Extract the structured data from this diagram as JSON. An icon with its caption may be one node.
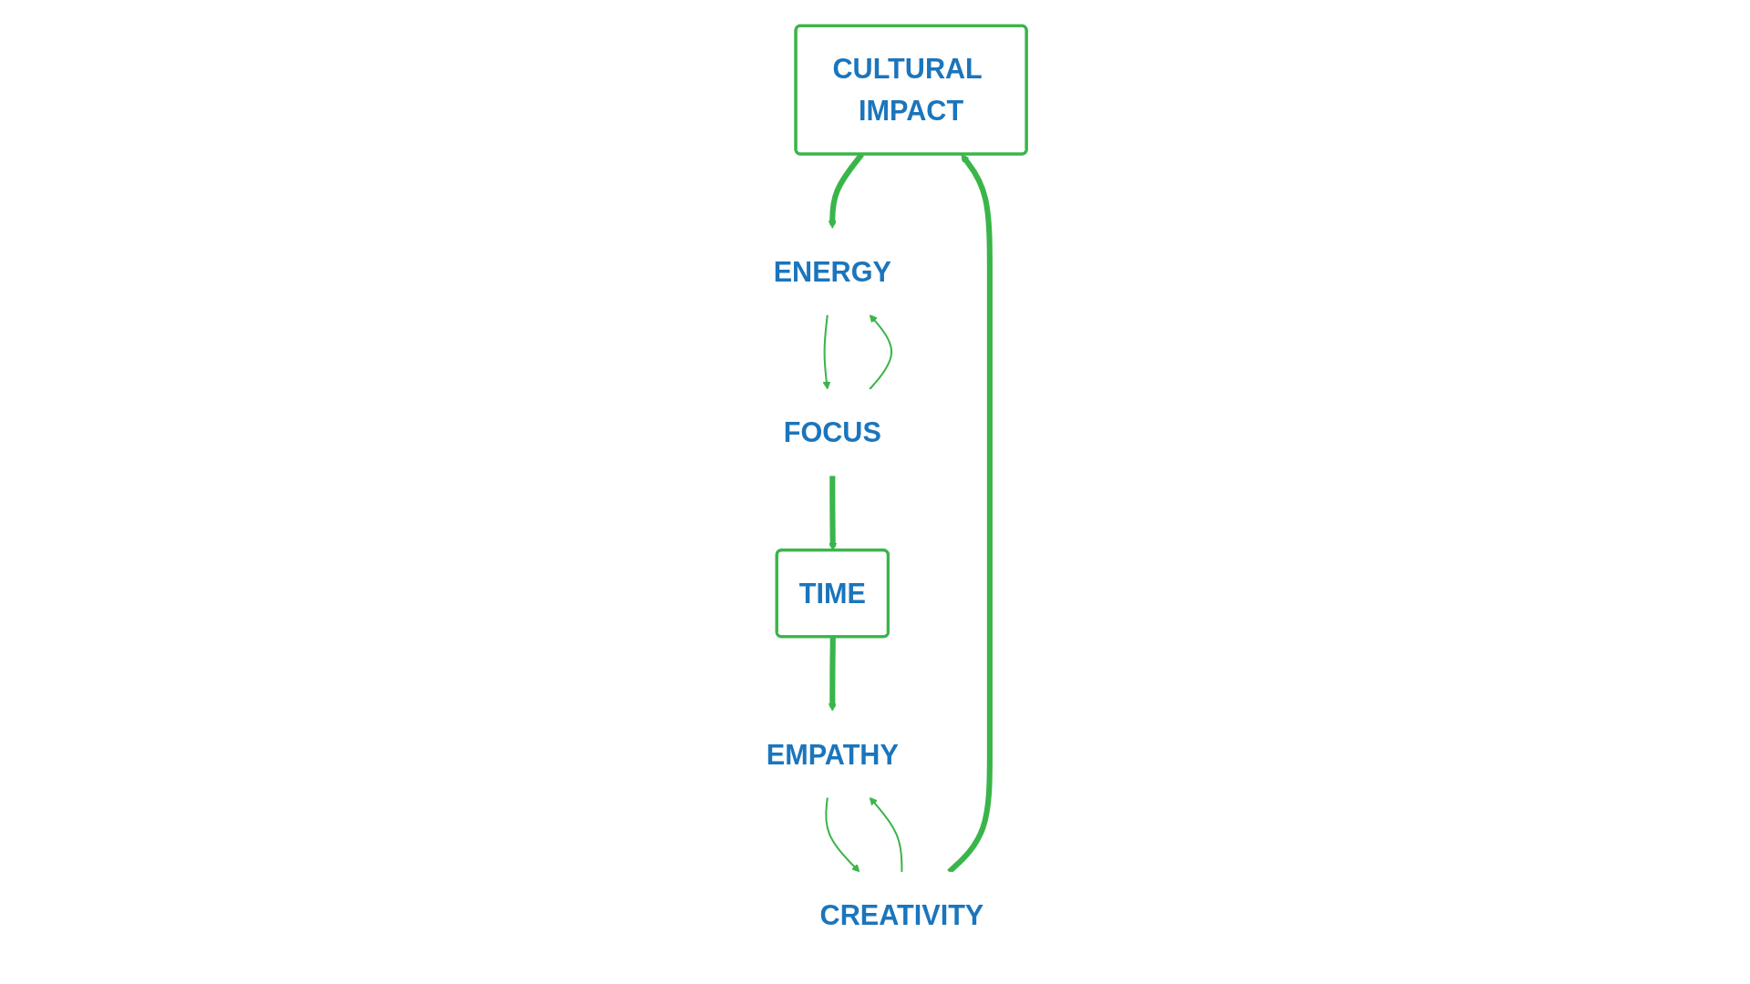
{
  "diagram": {
    "nodes": [
      {
        "text": [
          "CULTURAL IMPACT"
        ]
      },
      {
        "text": [
          "ENERGY"
        ]
      },
      {
        "text": [
          "FOCUS"
        ]
      },
      {
        "text": [
          "TIME"
        ]
      },
      {
        "text": [
          "EMPATHY"
        ]
      },
      {
        "text": [
          "CREATIVITY"
        ]
      }
    ],
    "edges": [
      {
        "from": 0,
        "to": 1,
        "arrow": "to",
        "style": "thick"
      },
      {
        "from": 1,
        "to": 2,
        "arrow": "to"
      },
      {
        "from": 2,
        "to": 1,
        "arrow": "to"
      },
      {
        "from": 2,
        "to": 3,
        "arrow": "to",
        "style": "thick"
      },
      {
        "from": 3,
        "to": 4,
        "arrow": "to",
        "style": "thick"
      },
      {
        "from": 4,
        "to": 5,
        "arrow": "to"
      },
      {
        "from": 5,
        "to": 4,
        "arrow": "to"
      },
      {
        "from": 5,
        "to": 0,
        "arrow": "to",
        "style": "thick"
      }
    ]
  }
}
